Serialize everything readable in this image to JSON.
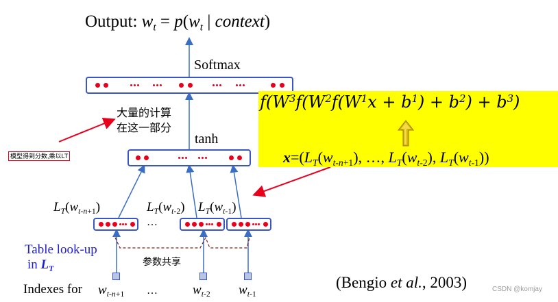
{
  "output": {
    "label": "Output:",
    "formula": "w_t = p(w_t | context)"
  },
  "softmax_label": "Softmax",
  "tanh_label": "tanh",
  "annotation_computation": {
    "line1": "大量的计算",
    "line2": "在这一部分"
  },
  "annotation_score": "模型得到分数,乘以LT",
  "formula_box": {
    "function": "f(W^3 f(W^2 f(W^1 x + b^1) + b^2) + b^3)",
    "x_definition": "x=(L_T(w_{t-n+1}), …, L_T(w_{t-2}), L_T(w_{t-1}))",
    "background": "#ffff00",
    "arrow_color": "#c8a000"
  },
  "embedding_labels": [
    "L_T(w_{t-n+1})",
    "L_T(w_{t-2})",
    "L_T(w_{t-1})"
  ],
  "ellipsis": "…",
  "shared_params_label": "参数共享",
  "table_lookup": {
    "line1": "Table look-up",
    "line2": "in",
    "symbol": "L_T"
  },
  "indexes_label": "Indexes for",
  "index_words": [
    "w_{t-n+1}",
    "w_{t-2}",
    "w_{t-1}"
  ],
  "citation": "(Bengio et al., 2003)",
  "watermark": "CSDN @komjay",
  "colors": {
    "node_border": "#3a56c4",
    "node_dot": "#e8001c",
    "arrow": "#3a6ec0",
    "annotation_arrow": "#e8001c",
    "table_lookup_text": "#2020d0"
  }
}
